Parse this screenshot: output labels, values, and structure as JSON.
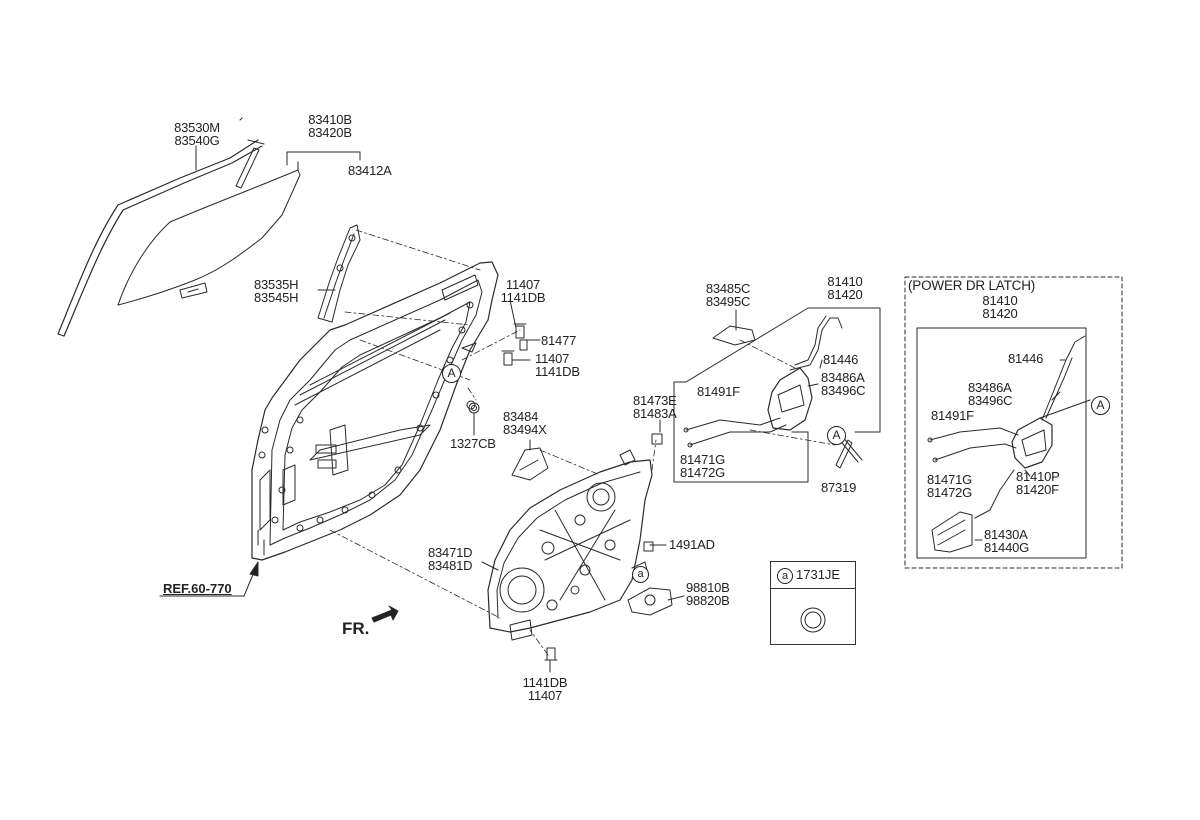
{
  "parts": {
    "p83530M": "83530M",
    "p83540G": "83540G",
    "p83410B": "83410B",
    "p83420B": "83420B",
    "p83412A": "83412A",
    "p83535H": "83535H",
    "p83545H": "83545H",
    "p11407_a": "11407",
    "p1141DB_a": "1141DB",
    "p81477": "81477",
    "p11407_b": "11407",
    "p1141DB_b": "1141DB",
    "p1327CB": "1327CB",
    "p83484": "83484",
    "p83494X": "83494X",
    "p83485C": "83485C",
    "p83495C": "83495C",
    "p81410": "81410",
    "p81420": "81420",
    "p81446": "81446",
    "p83486A": "83486A",
    "p83496C": "83496C",
    "p81473E": "81473E",
    "p81483A": "81483A",
    "p81491F": "81491F",
    "p81471G": "81471G",
    "p81472G": "81472G",
    "p87319": "87319",
    "p1491AD": "1491AD",
    "p83471D": "83471D",
    "p83481D": "83481D",
    "p98810B": "98810B",
    "p98820B": "98820B",
    "p1141DB_c": "1141DB",
    "p11407_c": "11407"
  },
  "inset": {
    "title": "(POWER DR LATCH)",
    "p81410": "81410",
    "p81420": "81420",
    "p81446": "81446",
    "p83486A": "83486A",
    "p83496C": "83496C",
    "p81491F": "81491F",
    "p81471G": "81471G",
    "p81472G": "81472G",
    "p81410P": "81410P",
    "p81420F": "81420F",
    "p81430A": "81430A",
    "p81440G": "81440G"
  },
  "callout": {
    "letter": "a",
    "part": "1731JE"
  },
  "markers": {
    "A": "A",
    "a": "a"
  },
  "ref": "REF.60-770",
  "front": "FR."
}
